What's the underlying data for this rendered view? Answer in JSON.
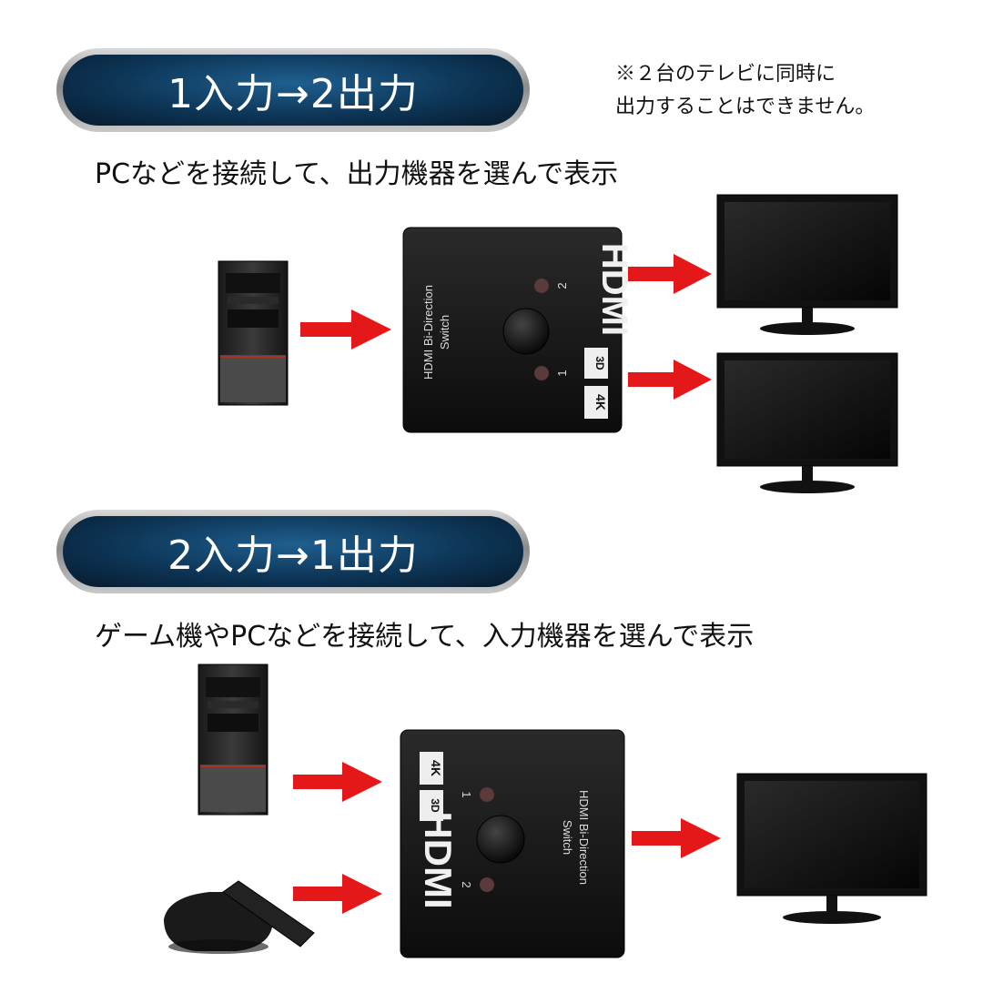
{
  "section1": {
    "title": "1入力→2出力",
    "subtitle": "PCなどを接続して、出力機器を選んで表示",
    "note_line1": "※２台のテレビに同時に",
    "note_line2": "出力することはできません。"
  },
  "section2": {
    "title": "2入力→1出力",
    "subtitle": "ゲーム機やPCなどを接続して、入力機器を選んで表示"
  },
  "switch": {
    "brand": "HDMI",
    "model_line1": "HDMI Bi-Direction",
    "model_line2": "Switch",
    "badge_4k": "4K",
    "badge_3d": "3D",
    "port1": "1",
    "port2": "2"
  },
  "colors": {
    "arrow": "#e41818",
    "pill_bg": "#0d3556"
  }
}
